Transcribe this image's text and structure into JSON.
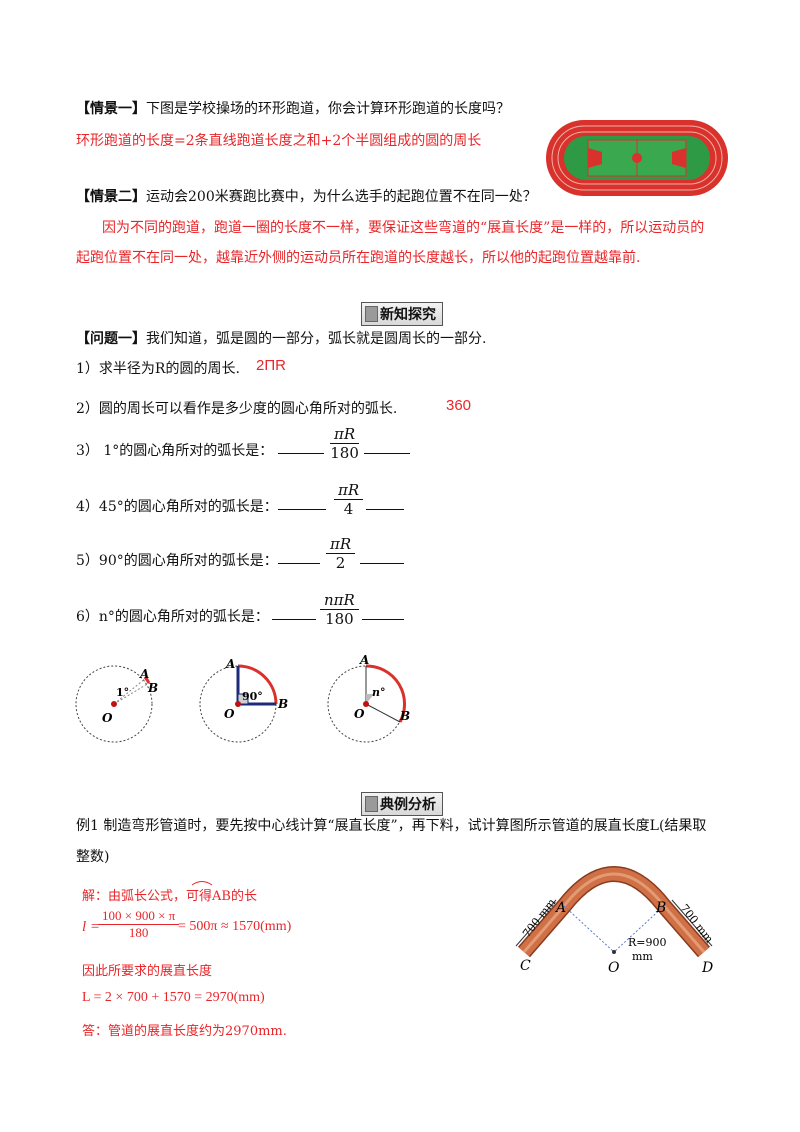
{
  "scene1": {
    "label": "【情景一】",
    "question": "下图是学校操场的环形跑道，你会计算环形跑道的长度吗？",
    "answer": "环形跑道的长度=2条直线跑道长度之和+2个半圆组成的圆的周长"
  },
  "scene2": {
    "label": "【情景二】",
    "question": "运动会200米赛跑比赛中，为什么选手的起跑位置不在同一处？",
    "answer_line1": "因为不同的跑道，跑道一圈的长度不一样，要保证这些弯道的“展直长度”是一样的，所以运动员的",
    "answer_line2": "起跑位置不在同一处，越靠近外侧的运动员所在跑道的长度越长，所以他的起跑位置越靠前."
  },
  "section1": {
    "title": "新知探究"
  },
  "problem1": {
    "label": "【问题一】",
    "intro": "我们知道，弧是圆的一部分，弧长就是圆周长的一部分.",
    "q1": "1）求半径为R的圆的周长.",
    "a1": "2ΠR",
    "q2": "2）圆的周长可以看作是多少度的圆心角所对的弧长.",
    "a2": "360",
    "q3": "3）  1°的圆心角所对的弧长是：",
    "a3": {
      "num": "πR",
      "den": "180"
    },
    "q4": "4）45°的圆心角所对的弧长是：",
    "a4": {
      "num": "πR",
      "den": "4"
    },
    "q5": "5）90°的圆心角所对的弧长是：",
    "a5": {
      "num": "πR",
      "den": "2"
    },
    "q6": "6）n°的圆心角所对的弧长是：",
    "a6": {
      "num": "nπR",
      "den": "180"
    }
  },
  "circles": [
    {
      "center": "O",
      "p1": "A",
      "p2": "B",
      "angle": "1°"
    },
    {
      "center": "O",
      "p1": "A",
      "p2": "B",
      "angle": "90°"
    },
    {
      "center": "O",
      "p1": "A",
      "p2": "B",
      "angle": "n°"
    }
  ],
  "section2": {
    "title": "典例分析"
  },
  "example1": {
    "line1": "例1 制造弯形管道时，要先按中心线计算“展直长度”，再下料，试计算图所示管道的展直长度L(结果取",
    "line2": "整数)",
    "sol1": "解：由弧长公式，可得",
    "arc": "AB",
    "sol1_tail": "的长",
    "l_var": "l =",
    "l_num": "100 × 900 × π",
    "l_den": "180",
    "l_rhs": "= 500π ≈ 1570(mm)",
    "sol2": "因此所要求的展直长度",
    "L_eq": "L = 2 × 700 + 1570 = 2970(mm)",
    "conclusion": "答：管道的展直长度约为2970mm."
  },
  "pipe": {
    "left_len": "700 mm",
    "right_len": "700 mm",
    "radius": "R=900",
    "radius_unit": "mm",
    "labels": {
      "a": "A",
      "b": "B",
      "c": "C",
      "d": "D",
      "o": "O"
    }
  },
  "colors": {
    "answer": "#e8262a",
    "track": "#d9312b",
    "field": "#2f9a45",
    "pipe": "#cf7047"
  }
}
